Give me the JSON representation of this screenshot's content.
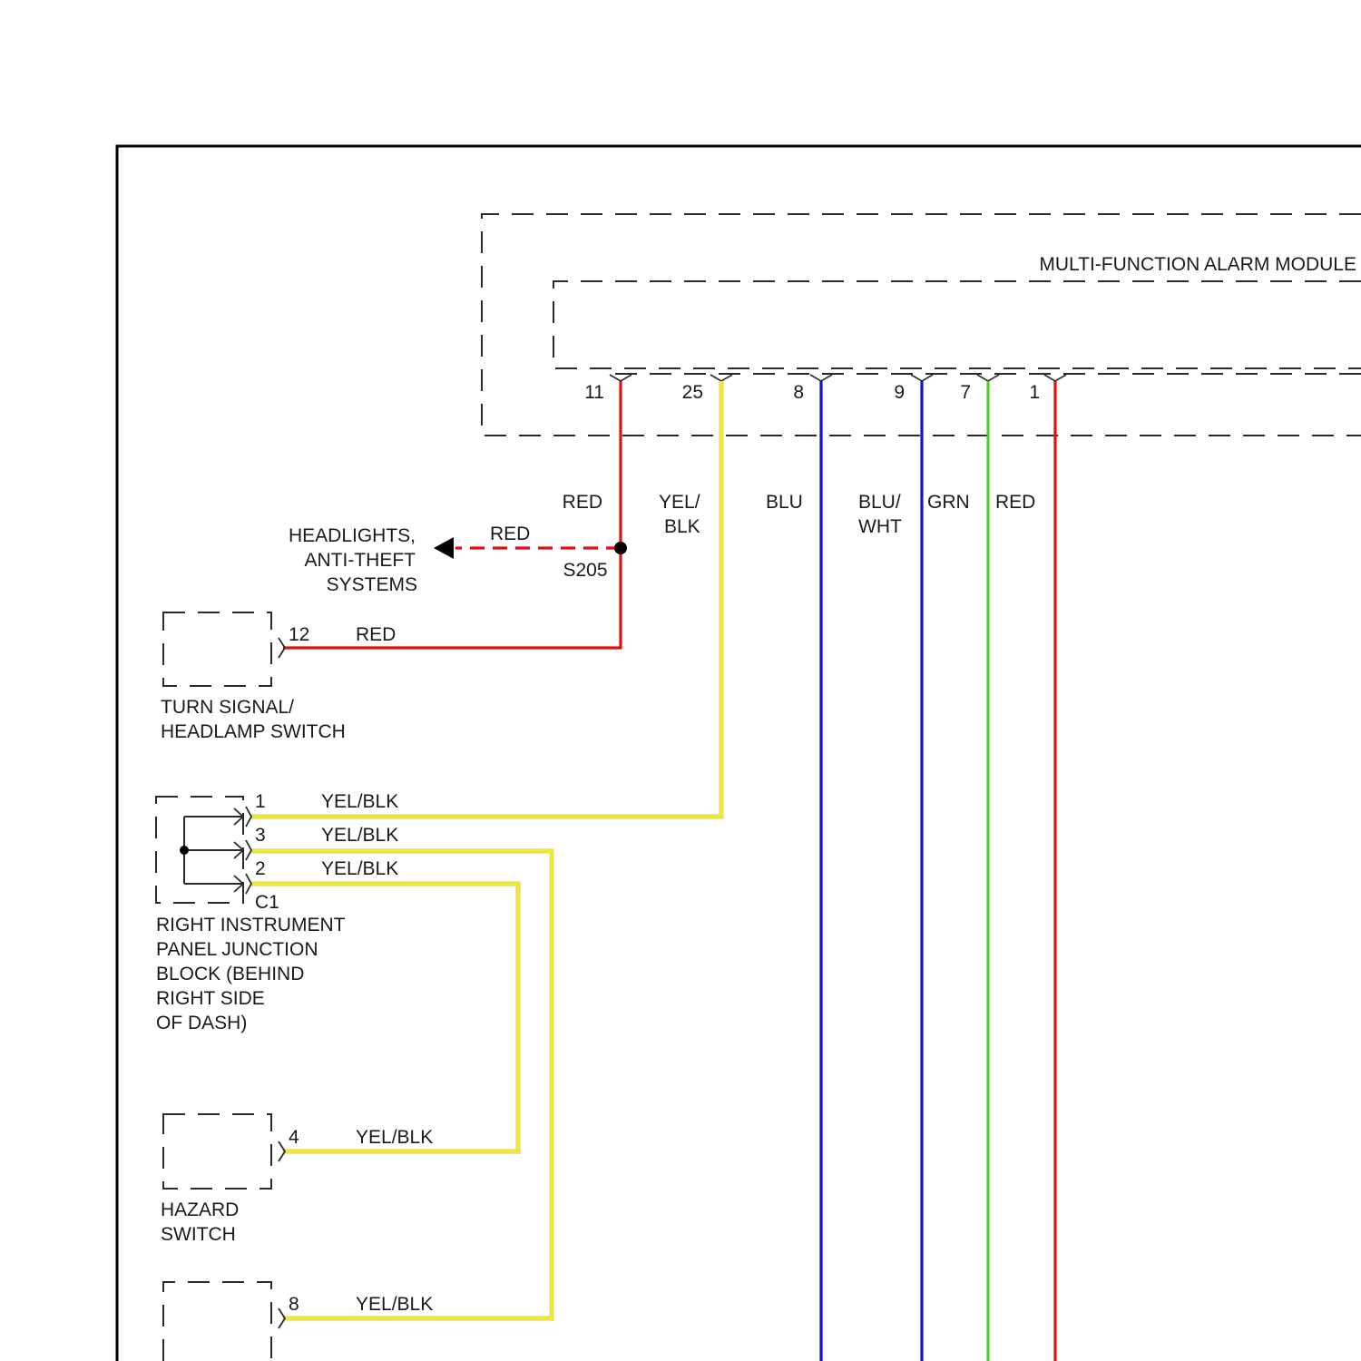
{
  "colors": {
    "red": "#e01010",
    "yellow": "#f2ea1c",
    "blue": "#1414c8",
    "green": "#55cc22",
    "line": "#2b2b2b"
  },
  "module": {
    "title": "MULTI-FUNCTION ALARM MODULE",
    "pins": [
      "11",
      "25",
      "8",
      "9",
      "7",
      "1"
    ]
  },
  "wires": {
    "w11": "RED",
    "w25_line1": "YEL/",
    "w25_line2": "BLK",
    "w8": "BLU",
    "w9_line1": "BLU/",
    "w9_line2": "WHT",
    "w7": "GRN",
    "w1": "RED",
    "branch": "RED",
    "turn_signal": "RED",
    "jb1": "YEL/BLK",
    "jb3": "YEL/BLK",
    "jb2": "YEL/BLK",
    "hazard": "YEL/BLK",
    "bottom": "YEL/BLK"
  },
  "splice": {
    "id": "S205",
    "destination": [
      "HEADLIGHTS,",
      "ANTI-THEFT",
      "SYSTEMS"
    ]
  },
  "turn_signal_switch": {
    "pin": "12",
    "label": [
      "TURN SIGNAL/",
      "HEADLAMP SWITCH"
    ]
  },
  "junction_block": {
    "connector": "C1",
    "pins": [
      "1",
      "3",
      "2"
    ],
    "label": [
      "RIGHT INSTRUMENT",
      "PANEL JUNCTION",
      "BLOCK (BEHIND",
      "RIGHT SIDE",
      "OF DASH)"
    ]
  },
  "hazard_switch": {
    "pin": "4",
    "label": [
      "HAZARD",
      "SWITCH"
    ]
  },
  "bottom_component": {
    "pin": "8"
  }
}
